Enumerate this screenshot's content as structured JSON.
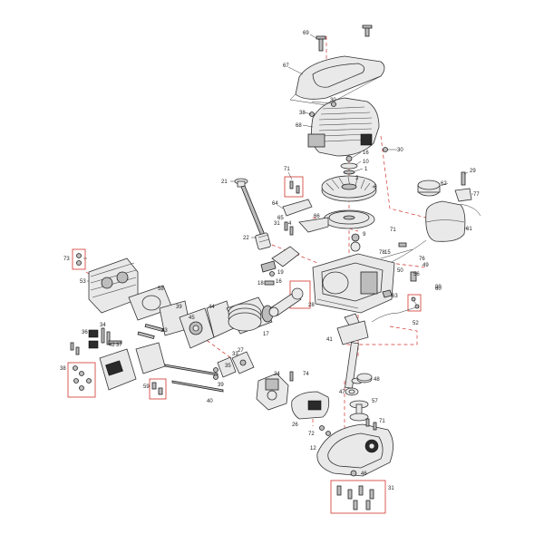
{
  "diagram": {
    "callouts": [
      {
        "id": "c-69",
        "label": "69"
      },
      {
        "id": "c-67",
        "label": "67"
      },
      {
        "id": "c-30a",
        "label": "30"
      },
      {
        "id": "c-38",
        "label": "38"
      },
      {
        "id": "c-68",
        "label": "68"
      },
      {
        "id": "c-30b",
        "label": "30"
      },
      {
        "id": "c-16",
        "label": "16"
      },
      {
        "id": "c-10",
        "label": "10"
      },
      {
        "id": "c-1",
        "label": "1"
      },
      {
        "id": "c-3",
        "label": "3"
      },
      {
        "id": "c-4",
        "label": "4"
      },
      {
        "id": "c-71a",
        "label": "71"
      },
      {
        "id": "c-21",
        "label": "21"
      },
      {
        "id": "c-6",
        "label": "6"
      },
      {
        "id": "c-64",
        "label": "64"
      },
      {
        "id": "c-65",
        "label": "65"
      },
      {
        "id": "c-66",
        "label": "66"
      },
      {
        "id": "c-31a",
        "label": "31"
      },
      {
        "id": "c-22",
        "label": "22"
      },
      {
        "id": "c-29",
        "label": "29"
      },
      {
        "id": "c-62",
        "label": "62"
      },
      {
        "id": "c-77",
        "label": "77"
      },
      {
        "id": "c-61",
        "label": "61"
      },
      {
        "id": "c-71b",
        "label": "71"
      },
      {
        "id": "c-73",
        "label": "73"
      },
      {
        "id": "c-53",
        "label": "53"
      },
      {
        "id": "c-19",
        "label": "19"
      },
      {
        "id": "c-18",
        "label": "18"
      },
      {
        "id": "c-16b",
        "label": "16"
      },
      {
        "id": "c-17",
        "label": "17"
      },
      {
        "id": "c-58",
        "label": "58"
      },
      {
        "id": "c-15",
        "label": "15"
      },
      {
        "id": "c-76",
        "label": "76"
      },
      {
        "id": "c-49",
        "label": "49"
      },
      {
        "id": "c-50",
        "label": "50"
      },
      {
        "id": "c-56",
        "label": "56"
      },
      {
        "id": "c-60",
        "label": "60"
      },
      {
        "id": "c-63",
        "label": "63"
      },
      {
        "id": "c-39",
        "label": "39"
      },
      {
        "id": "c-44",
        "label": "44"
      },
      {
        "id": "c-45",
        "label": "45"
      },
      {
        "id": "c-43",
        "label": "43"
      },
      {
        "id": "c-36",
        "label": "36"
      },
      {
        "id": "c-34",
        "label": "34"
      },
      {
        "id": "c-37",
        "label": "37"
      },
      {
        "id": "c-42",
        "label": "42"
      },
      {
        "id": "c-28",
        "label": "28"
      },
      {
        "id": "c-27",
        "label": "27"
      },
      {
        "id": "c-33",
        "label": "33"
      },
      {
        "id": "c-35",
        "label": "35"
      },
      {
        "id": "c-38b",
        "label": "38"
      },
      {
        "id": "c-59",
        "label": "59"
      },
      {
        "id": "c-40",
        "label": "40"
      },
      {
        "id": "c-39b",
        "label": "39"
      },
      {
        "id": "c-24",
        "label": "24"
      },
      {
        "id": "c-74",
        "label": "74"
      },
      {
        "id": "c-41",
        "label": "41"
      },
      {
        "id": "c-48",
        "label": "48"
      },
      {
        "id": "c-47",
        "label": "47"
      },
      {
        "id": "c-57",
        "label": "57"
      },
      {
        "id": "c-26",
        "label": "26"
      },
      {
        "id": "c-71c",
        "label": "71"
      },
      {
        "id": "c-72",
        "label": "72"
      },
      {
        "id": "c-12",
        "label": "12"
      },
      {
        "id": "c-46",
        "label": "46"
      },
      {
        "id": "c-31b",
        "label": "31"
      },
      {
        "id": "c-52",
        "label": "52"
      },
      {
        "id": "c-9",
        "label": "9"
      },
      {
        "id": "c-78",
        "label": "78"
      },
      {
        "id": "c-80",
        "label": "80"
      }
    ]
  }
}
